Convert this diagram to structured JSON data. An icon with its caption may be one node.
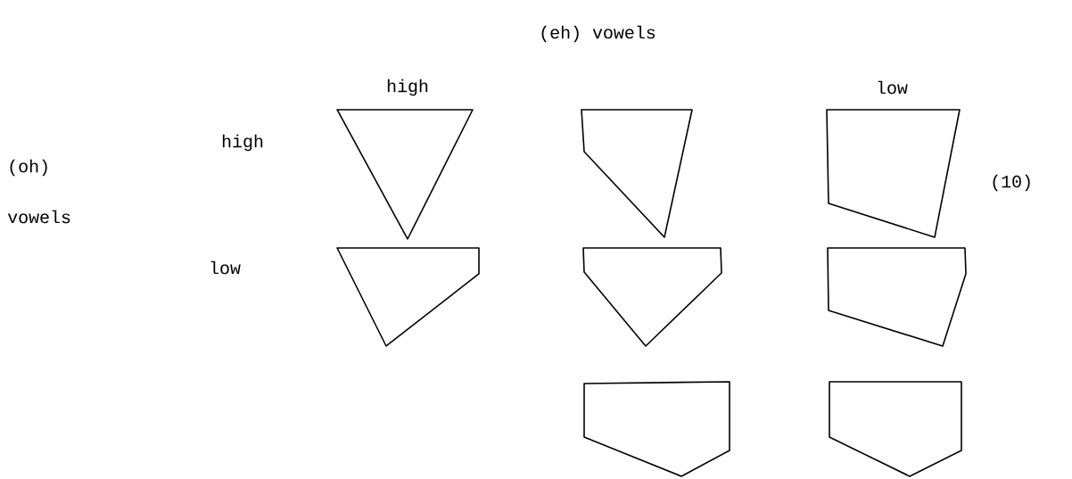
{
  "diagram": {
    "nodes": [
      {
        "text": [],
        "shape": "polygon"
      },
      {
        "text": [],
        "shape": "polygon"
      },
      {
        "text": [],
        "shape": "polygon"
      },
      {
        "text": [],
        "shape": "polygon"
      },
      {
        "text": [],
        "shape": "polygon"
      },
      {
        "text": [],
        "shape": "polygon"
      },
      {
        "text": [],
        "shape": "polygon"
      },
      {
        "text": [],
        "shape": "polygon"
      }
    ],
    "labels": [
      "(eh) vowels",
      "high",
      "low",
      "high",
      "(oh)",
      "(10)",
      "vowels",
      "low"
    ]
  }
}
